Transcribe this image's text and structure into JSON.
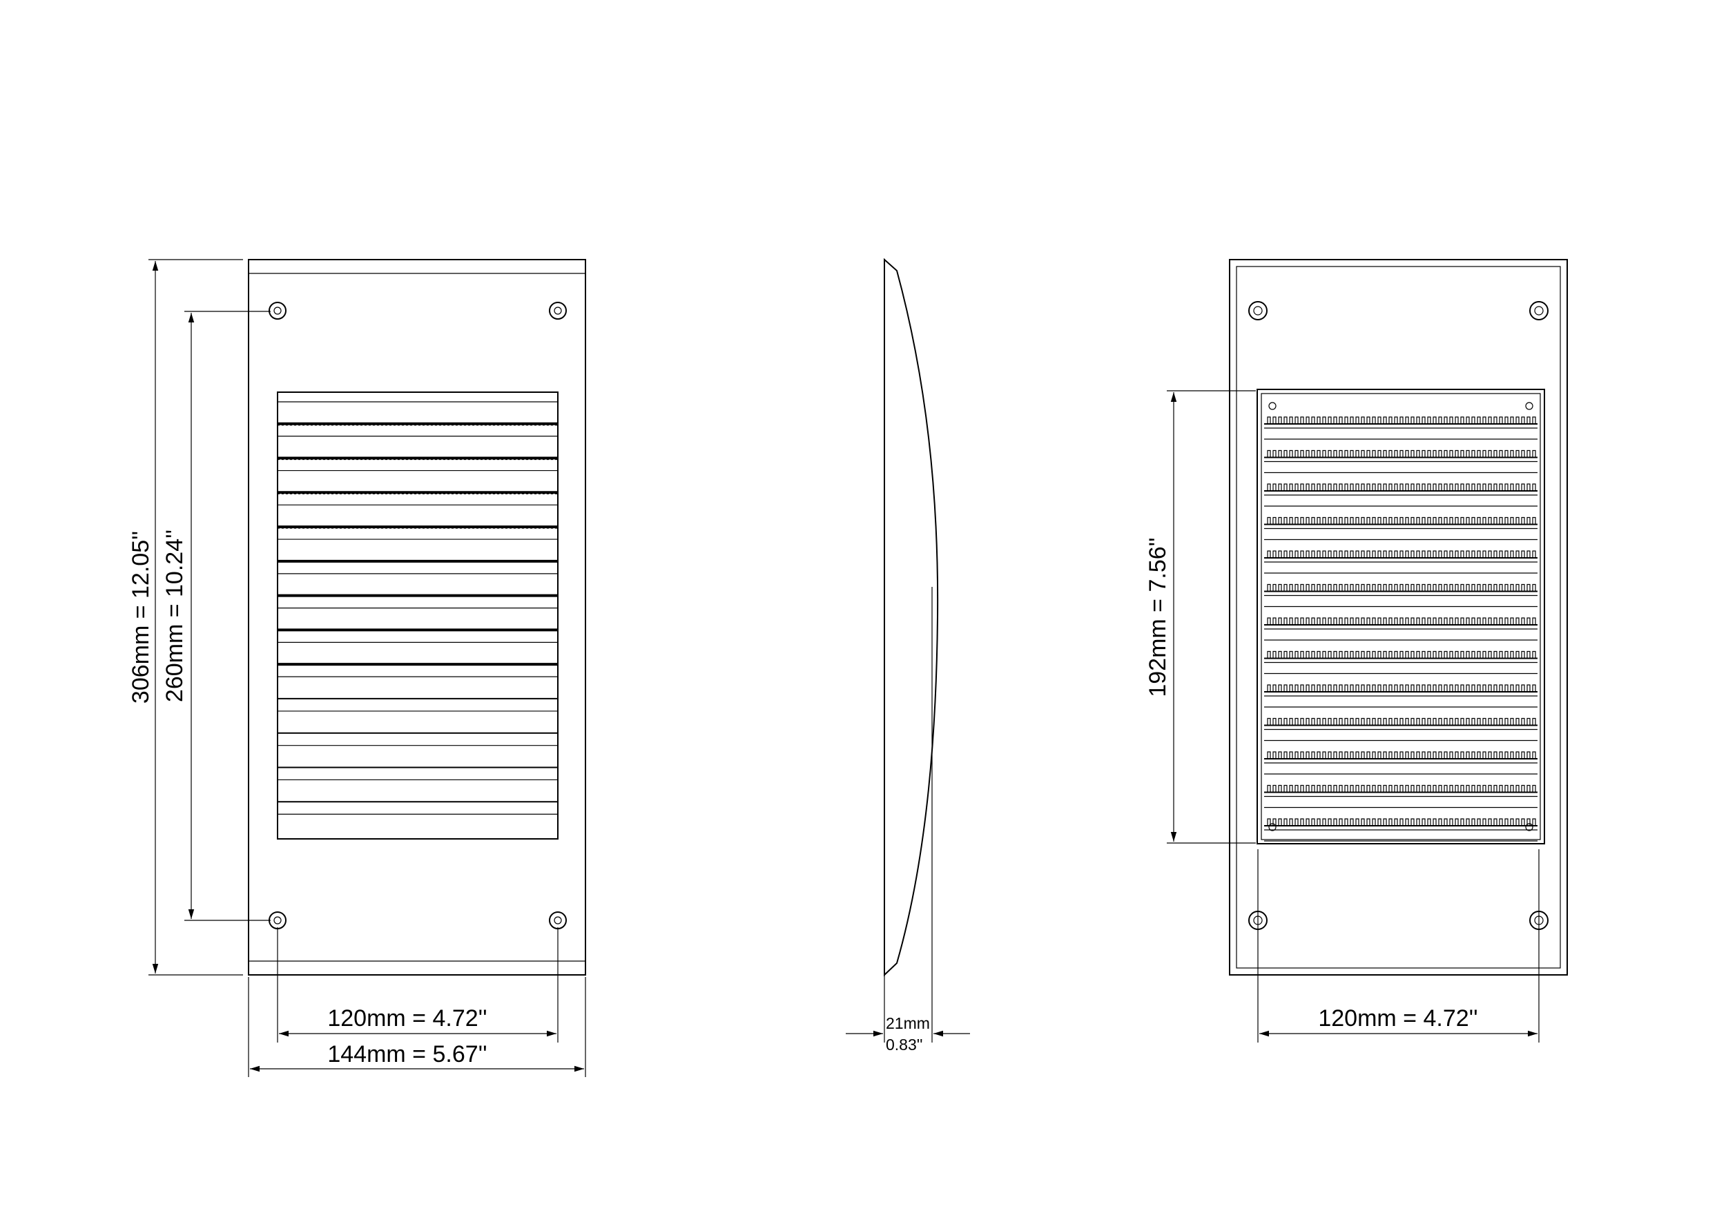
{
  "dimensions": {
    "front_height_total": "306mm = 12.05''",
    "front_height_holes": "260mm = 10.24''",
    "front_width_holes": "120mm = 4.72''",
    "front_width_total": "144mm = 5.67''",
    "side_depth_mm": "21mm",
    "side_depth_in": "0.83''",
    "back_grille_height": "192mm = 7.56''",
    "back_width_holes": "120mm = 4.72''"
  },
  "views": [
    "front-view",
    "side-view",
    "back-view"
  ],
  "colors": {
    "line": "#000000",
    "background": "#ffffff"
  }
}
